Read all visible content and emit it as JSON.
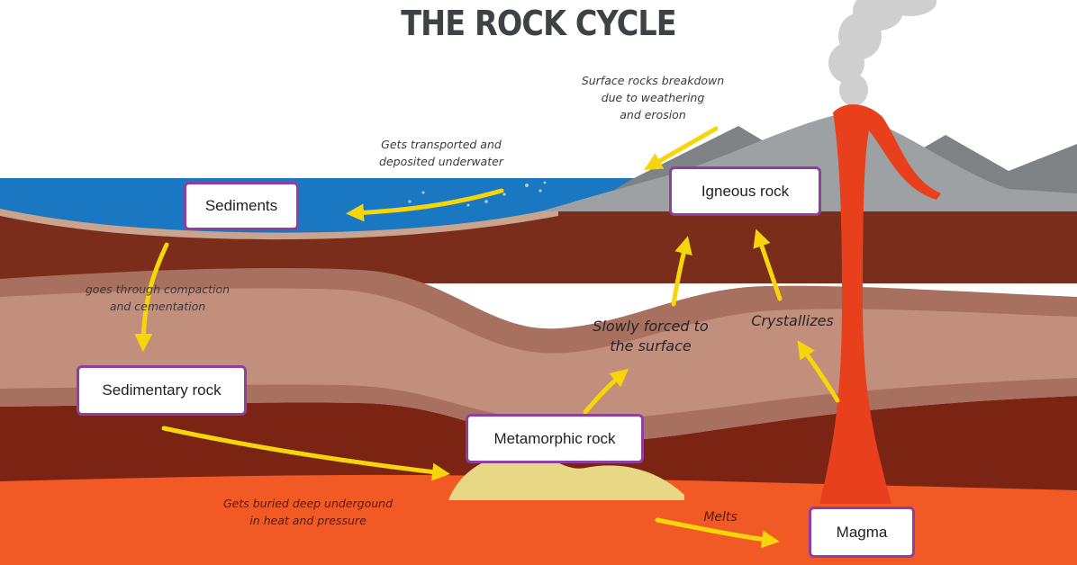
{
  "title": "THE ROCK CYCLE",
  "stages": {
    "sediments": "Sediments",
    "sedimentary_rock": "Sedimentary rock",
    "metamorphic_rock": "Metamorphic rock",
    "igneous_rock": "Igneous rock",
    "magma": "Magma"
  },
  "processes": {
    "weathering": [
      "Surface rocks breakdown",
      "due to weathering",
      "and erosion"
    ],
    "transport": [
      "Gets transported and",
      "deposited underwater"
    ],
    "compaction": [
      "goes through compaction",
      "and cementation"
    ],
    "forced_up": [
      "Slowly forced to",
      "the surface"
    ],
    "crystallizes": "Crystallizes",
    "buried": [
      "Gets buried deep undergound",
      "in heat and pressure"
    ],
    "melts": "Melts"
  },
  "colors": {
    "box_border": "#8e3fa0",
    "arrow": "#f6d60a",
    "water": "#1a78c2",
    "magma": "#f15a24",
    "lava": "#e8401c",
    "mountain": "#95999b"
  }
}
